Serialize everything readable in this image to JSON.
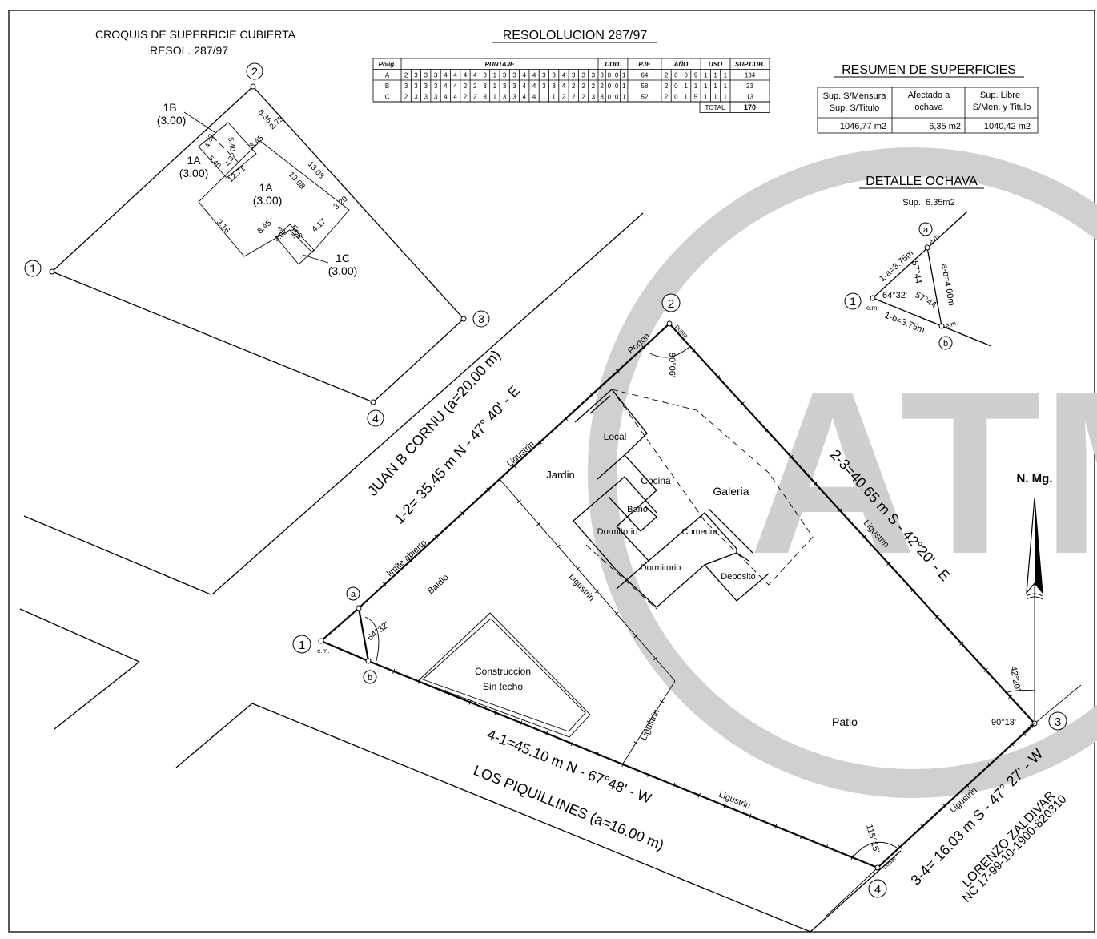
{
  "croquis": {
    "title_line1": "CROQUIS DE SUPERFICIE CUBIERTA",
    "title_line2": "RESOL. 287/97",
    "vertex_labels": [
      "1",
      "2",
      "3",
      "4"
    ],
    "polygon_labels": {
      "p1b": "1B",
      "p1b_h": "(3.00)",
      "p1a_small": "1A",
      "p1a_small_h": "(3.00)",
      "p1a_main": "1A",
      "p1a_main_h": "(3.00)",
      "p1c": "1C",
      "p1c_h": "(3.00)"
    },
    "dims": {
      "d636": "6.36",
      "d275": "2.75",
      "d1308a": "13.08",
      "d1308b": "13.08",
      "d345": "3.45",
      "d1271": "12.71",
      "d432a": "4.32",
      "d540a": "5.40",
      "d540b": "5.40",
      "d432b": "4.32",
      "d320": "3.20",
      "d916": "9.16",
      "d845": "8.45",
      "d417": "4.17",
      "d308a": "3.08",
      "d308b": "3.08",
      "d347": "3.47",
      "d3": "3"
    }
  },
  "resolucion": {
    "title": "RESOLOLUCION  287/97",
    "headers": [
      "Polig.",
      "PUNTAJE",
      "COD.",
      "PJE",
      "AÑO",
      "USO",
      "SUP.CUB."
    ],
    "rows": [
      {
        "polig": "A",
        "puntaje": [
          "2",
          "3",
          "3",
          "3",
          "4",
          "4",
          "4",
          "4",
          "3",
          "1",
          "3",
          "3",
          "4",
          "4",
          "3",
          "3",
          "4",
          "3",
          "3",
          "3"
        ],
        "cod": [
          "3",
          "0",
          "0",
          "1"
        ],
        "pje": "64",
        "anio": [
          "2",
          "0",
          "0",
          "9"
        ],
        "uso": [
          "1",
          "1",
          "1"
        ],
        "sup": "134"
      },
      {
        "polig": "B",
        "puntaje": [
          "3",
          "3",
          "3",
          "3",
          "4",
          "4",
          "2",
          "2",
          "3",
          "1",
          "3",
          "3",
          "4",
          "4",
          "3",
          "3",
          "4",
          "2",
          "2",
          "2"
        ],
        "cod": [
          "2",
          "0",
          "0",
          "1"
        ],
        "pje": "58",
        "anio": [
          "2",
          "0",
          "1",
          "1"
        ],
        "uso": [
          "1",
          "1",
          "1"
        ],
        "sup": "23"
      },
      {
        "polig": "C",
        "puntaje": [
          "2",
          "3",
          "3",
          "3",
          "4",
          "4",
          "2",
          "2",
          "3",
          "1",
          "3",
          "3",
          "4",
          "4",
          "1",
          "1",
          "2",
          "2",
          "2",
          "3"
        ],
        "cod": [
          "3",
          "0",
          "0",
          "1"
        ],
        "pje": "52",
        "anio": [
          "2",
          "0",
          "1",
          "5"
        ],
        "uso": [
          "1",
          "1",
          "1"
        ],
        "sup": "13"
      }
    ],
    "total_label": "TOTAL",
    "total_value": "170"
  },
  "resumen": {
    "title": "RESUMEN DE SUPERFICIES",
    "col1_l1": "Sup. S/Mensura",
    "col1_l2": "Sup. S/Titulo",
    "col2_l1": "Afectado a",
    "col2_l2": "ochava",
    "col3_l1": "Sup. Libre",
    "col3_l2": "S/Men. y Titulo",
    "val1": "1046,77 m2",
    "val2": "6,35 m2",
    "val3": "1040,42 m2"
  },
  "ochava": {
    "title": "DETALLE OCHAVA",
    "sup": "Sup.: 6.35m2",
    "label_a": "a",
    "label_b": "b",
    "label_1": "1",
    "em": "e.m.",
    "d1a": "1-a=3.75m",
    "d1b": "1-b=3.75m",
    "dab": "a-b=4.00m",
    "ang1": "64°32'",
    "ang2": "57°44'",
    "ang3": "57°44'"
  },
  "plano": {
    "vertices": [
      "1",
      "2",
      "3",
      "4"
    ],
    "label_a": "a",
    "label_b": "b",
    "em": "e.m.",
    "poste": "poste",
    "street1": "JUAN B CORNU (a=20.00 m)",
    "side12": "1-2= 35.45 m     N - 47° 40' - E",
    "side23": "2-3=40.65 m     S - 42°20' - E",
    "side41": "4-1=45.10 m     N - 67°48' - W",
    "street2": "LOS PIQUILLINES (a=16.00 m)",
    "side34": "3-4= 16.03 m     S - 47° 27' - W",
    "neighbor": "LORENZO ZALDIVAR",
    "neighbor_nc": "NC 17-99-10-1900-820310",
    "ang_2": "90°06'",
    "ang_3a": "90°13'",
    "ang_3b": "42°20'",
    "ang_4": "115°15'",
    "ang_1": "64°32'",
    "porton": "Porton",
    "ligustrin": "Ligustrin",
    "limite": "limite abierto",
    "rooms": {
      "jardin": "Jardin",
      "local": "Local",
      "cocina": "Cocina",
      "galeria": "Galeria",
      "banio": "Baño",
      "dormitorio1": "Dormitorio",
      "comedor": "Comedor",
      "dormitorio2": "Dormitorio",
      "deposito": "Deposito",
      "baldio": "Baldio",
      "construccion_l1": "Construccion",
      "construccion_l2": "Sin techo",
      "patio": "Patio"
    },
    "north": "N. Mg.",
    "watermark": "ATM"
  }
}
